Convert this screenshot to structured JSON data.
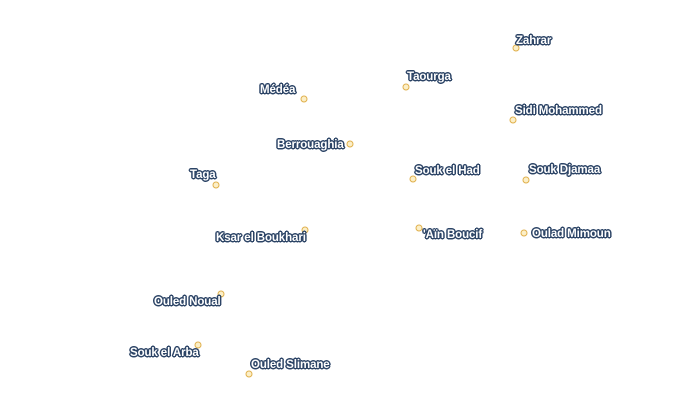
{
  "colors": {
    "background": "#ffffff",
    "marker_fill": "#fcefc7",
    "marker_stroke": "#e0b04c",
    "label_text": "#ffffff",
    "label_halo": "#2c4466"
  },
  "places": [
    {
      "id": "zahrar",
      "name": "Zahrar"
    },
    {
      "id": "taourga",
      "name": "Taourga"
    },
    {
      "id": "medea",
      "name": "Médéa"
    },
    {
      "id": "sidi-mohammed",
      "name": "Sidi Mohammed"
    },
    {
      "id": "berrouaghia",
      "name": "Berrouaghia"
    },
    {
      "id": "souk-el-had",
      "name": "Souk el Had"
    },
    {
      "id": "souk-djamaa",
      "name": "Souk Djamaa"
    },
    {
      "id": "taga",
      "name": "Taga"
    },
    {
      "id": "ksar-el-boukhari",
      "name": "Ksar el Boukhari"
    },
    {
      "id": "ain-boucif",
      "name": "'Aïn Boucif"
    },
    {
      "id": "oulad-mimoun",
      "name": "Oulad Mimoun"
    },
    {
      "id": "ouled-noual",
      "name": "Ouled Noual"
    },
    {
      "id": "souk-el-arba",
      "name": "Souk el Arba"
    },
    {
      "id": "ouled-slimane",
      "name": "Ouled Slimane"
    }
  ]
}
